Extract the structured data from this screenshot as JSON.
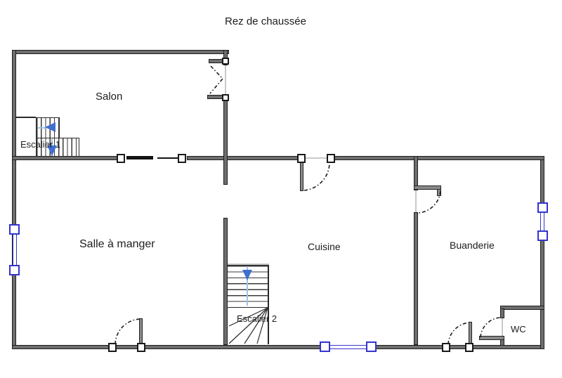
{
  "title": "Rez de chaussée",
  "rooms": {
    "salon": "Salon",
    "escalier1": "Escalier 1",
    "salle_a_manger": "Salle à manger",
    "cuisine": "Cuisine",
    "buanderie": "Buanderie",
    "escalier2": "Escalier 2",
    "wc": "WC"
  },
  "colors": {
    "background": "#ffffff",
    "wall_fill": "#6e6e6e",
    "wall_edge": "#1f1f1f",
    "window_blue": "#3434cf",
    "stair_arrow_dark": "#3f6fd0",
    "stair_arrow_light": "#9dc3e6",
    "text": "#1d1d1d"
  }
}
